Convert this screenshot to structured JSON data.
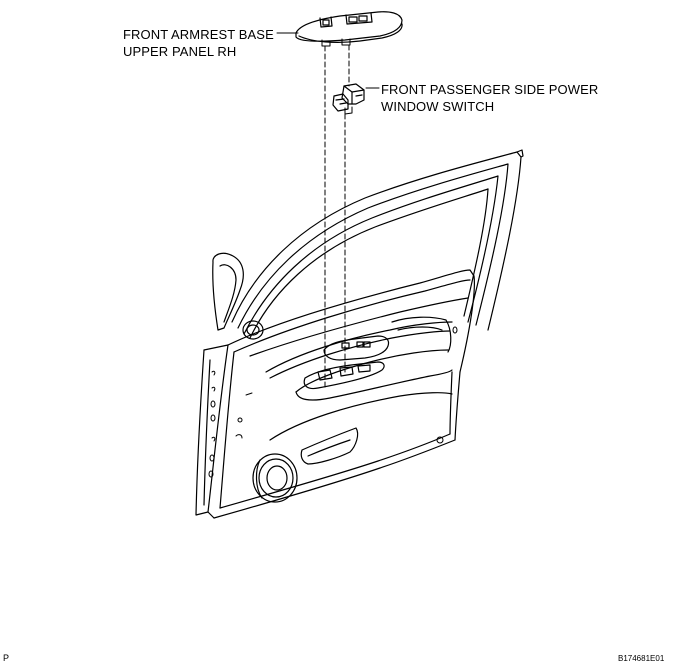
{
  "labels": {
    "armrest_line1": "FRONT ARMREST BASE",
    "armrest_line2": "UPPER PANEL RH",
    "switch_line1": "FRONT PASSENGER SIDE POWER",
    "switch_line2": "WINDOW SWITCH"
  },
  "footer": {
    "left_code": "P",
    "right_code": "B174681E01"
  },
  "colors": {
    "line": "#000000",
    "background": "#ffffff"
  }
}
